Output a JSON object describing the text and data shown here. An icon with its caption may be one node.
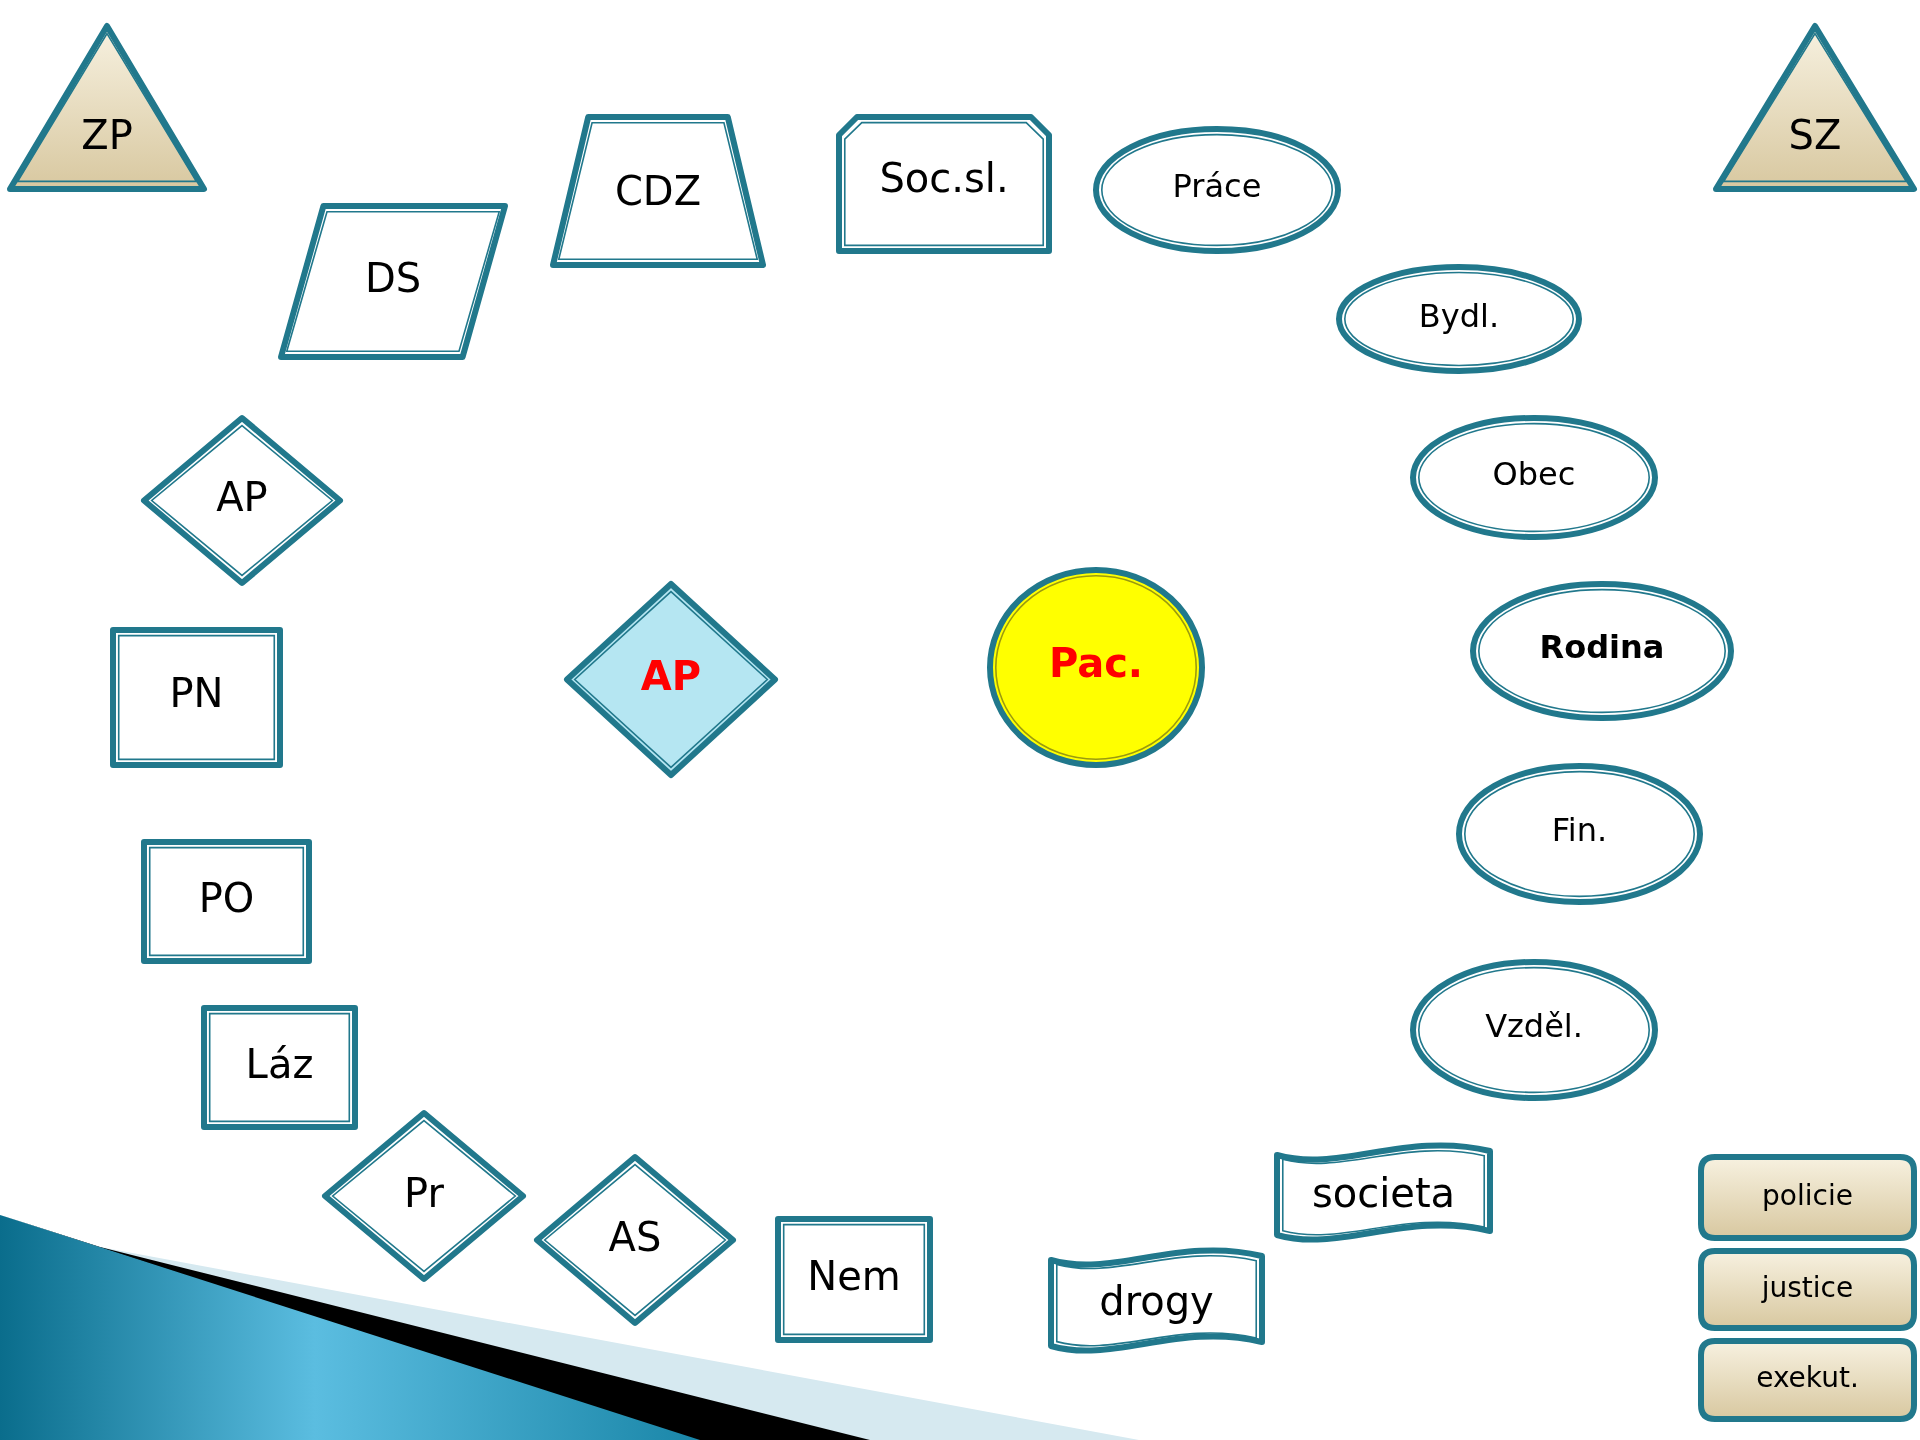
{
  "diagram": {
    "nodes": [
      {
        "text": [
          "ZP"
        ]
      },
      {
        "text": [
          "CDZ"
        ]
      },
      {
        "text": [
          "Soc.sl."
        ]
      },
      {
        "text": [
          "Práce"
        ]
      },
      {
        "text": [
          "SZ"
        ]
      },
      {
        "text": [
          "DS"
        ]
      },
      {
        "text": [
          "Bydl."
        ]
      },
      {
        "text": [
          "AP"
        ]
      },
      {
        "text": [
          "Obec"
        ]
      },
      {
        "text": [
          "Pac."
        ]
      },
      {
        "text": [
          "AP"
        ]
      },
      {
        "text": [
          "Rodina"
        ]
      },
      {
        "text": [
          "PN"
        ]
      },
      {
        "text": [
          "Fin."
        ]
      },
      {
        "text": [
          "PO"
        ]
      },
      {
        "text": [
          "Vzděl."
        ]
      },
      {
        "text": [
          "Láz"
        ]
      },
      {
        "text": [
          "Pr"
        ]
      },
      {
        "text": [
          "policie"
        ]
      },
      {
        "text": [
          "societa"
        ]
      },
      {
        "text": [
          "AS"
        ]
      },
      {
        "text": [
          "Nem"
        ]
      },
      {
        "text": [
          "justice"
        ]
      },
      {
        "text": [
          "drogy"
        ]
      },
      {
        "text": [
          "exekut."
        ]
      }
    ]
  }
}
